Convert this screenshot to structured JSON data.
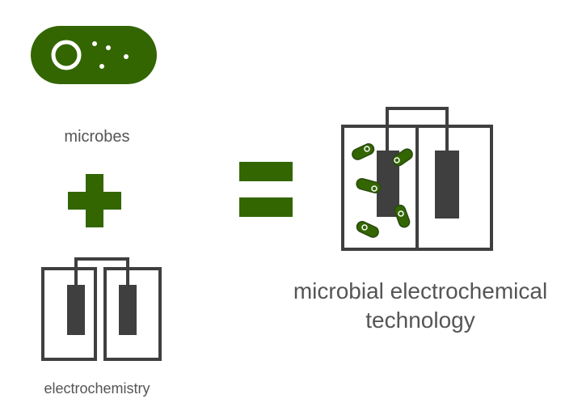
{
  "labels": {
    "microbes": "microbes",
    "electrochemistry": "electrochemistry",
    "result_line1": "microbial electrochemical",
    "result_line2": "technology"
  },
  "colors": {
    "green": "#336600",
    "dark_gray": "#3f3f3f",
    "text_gray": "#555555"
  },
  "icons": [
    "microbe-icon",
    "plus-icon",
    "equals-icon",
    "electrochemical-cell-icon",
    "microbial-electrochemical-cell-icon"
  ]
}
